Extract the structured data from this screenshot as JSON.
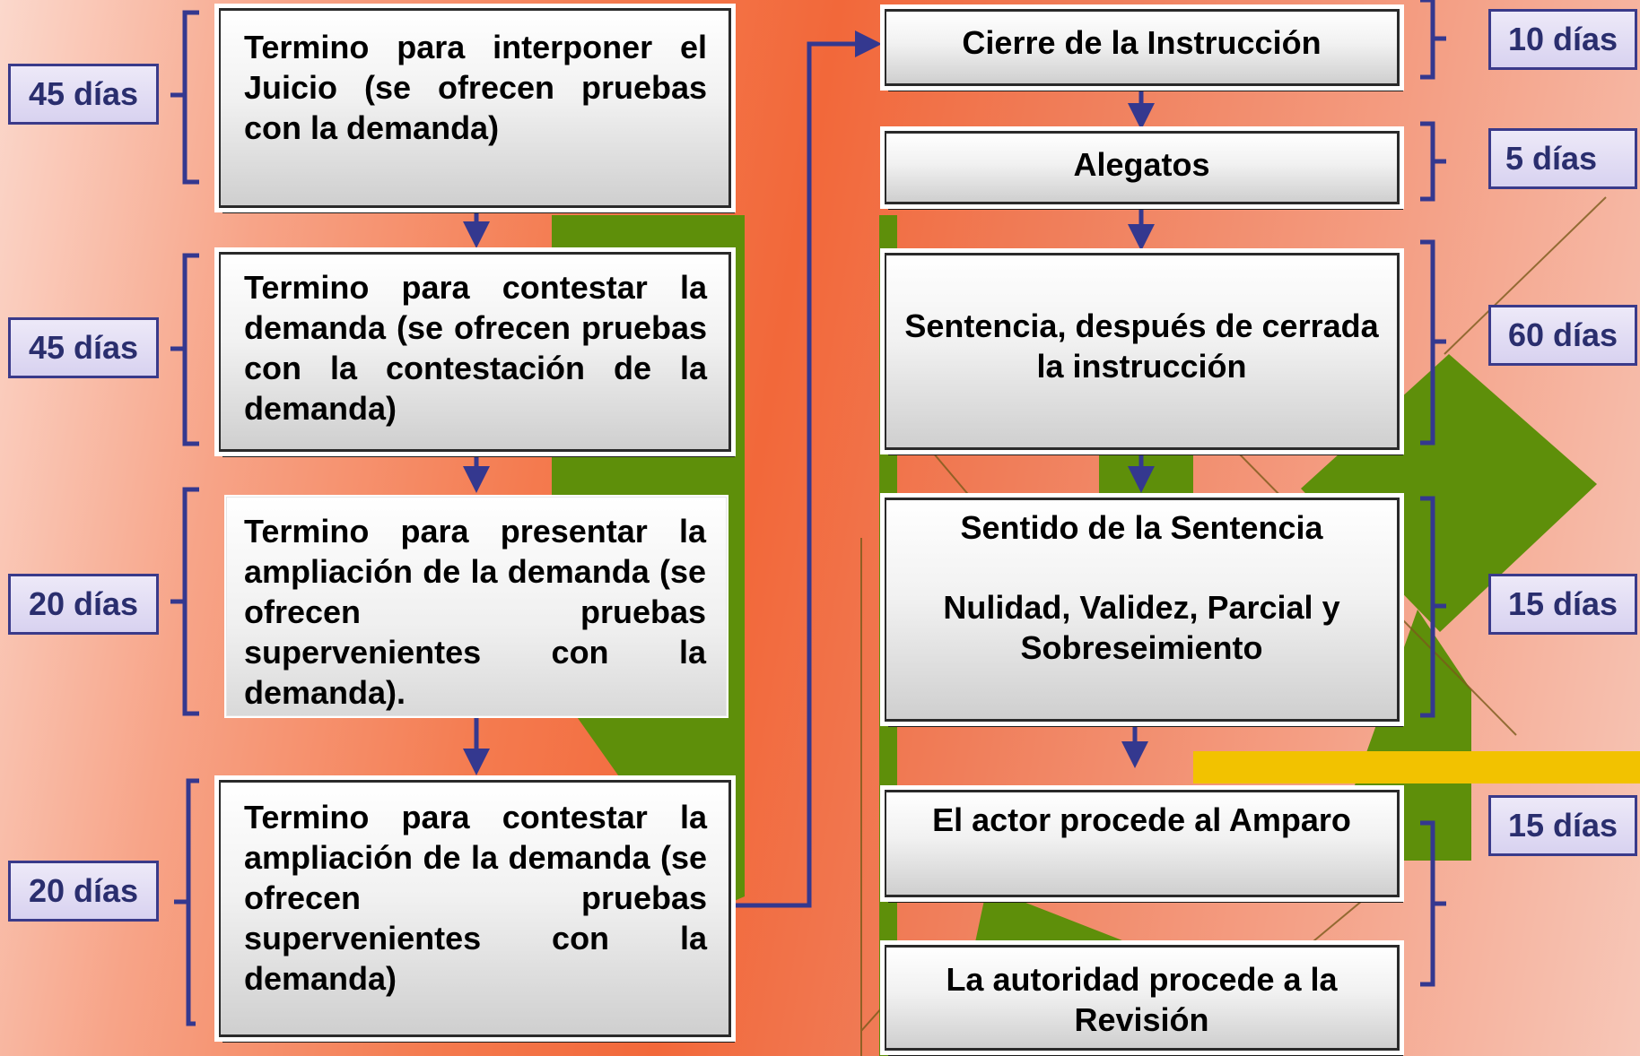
{
  "left_steps": [
    {
      "text": "Termino para interponer el Juicio (se ofrecen pruebas con la demanda)",
      "days": "45 días"
    },
    {
      "text": "Termino para contestar la demanda (se ofrecen pruebas con la contestación de la demanda)",
      "days": "45 días"
    },
    {
      "text": "Termino para presentar la ampliación de la demanda (se ofrecen pruebas supervenientes con la demanda).",
      "days": "20 días"
    },
    {
      "text": "Termino para contestar la ampliación de la demanda (se ofrecen pruebas supervenientes con la demanda)",
      "days": "20 días"
    }
  ],
  "right_steps": [
    {
      "text": "Cierre de la Instrucción",
      "days": "10 días"
    },
    {
      "text": "Alegatos",
      "days": "5 días"
    },
    {
      "text": "Sentencia, después de cerrada la instrucción",
      "days": "60 días"
    },
    {
      "title": "Sentido de la Sentencia",
      "text": "Nulidad, Validez, Parcial y Sobreseimiento",
      "days": "15 días"
    },
    {
      "text": "El actor procede al Amparo"
    },
    {
      "text": "La autoridad procede a la Revisión"
    }
  ],
  "final_days": "15 días",
  "colors": {
    "connector": "#34388f",
    "badge_text": "#2a2e6e",
    "badge_border": "#3a3a8a",
    "green_shape": "#5e8f0a",
    "yellow_bar": "#f2c200"
  }
}
